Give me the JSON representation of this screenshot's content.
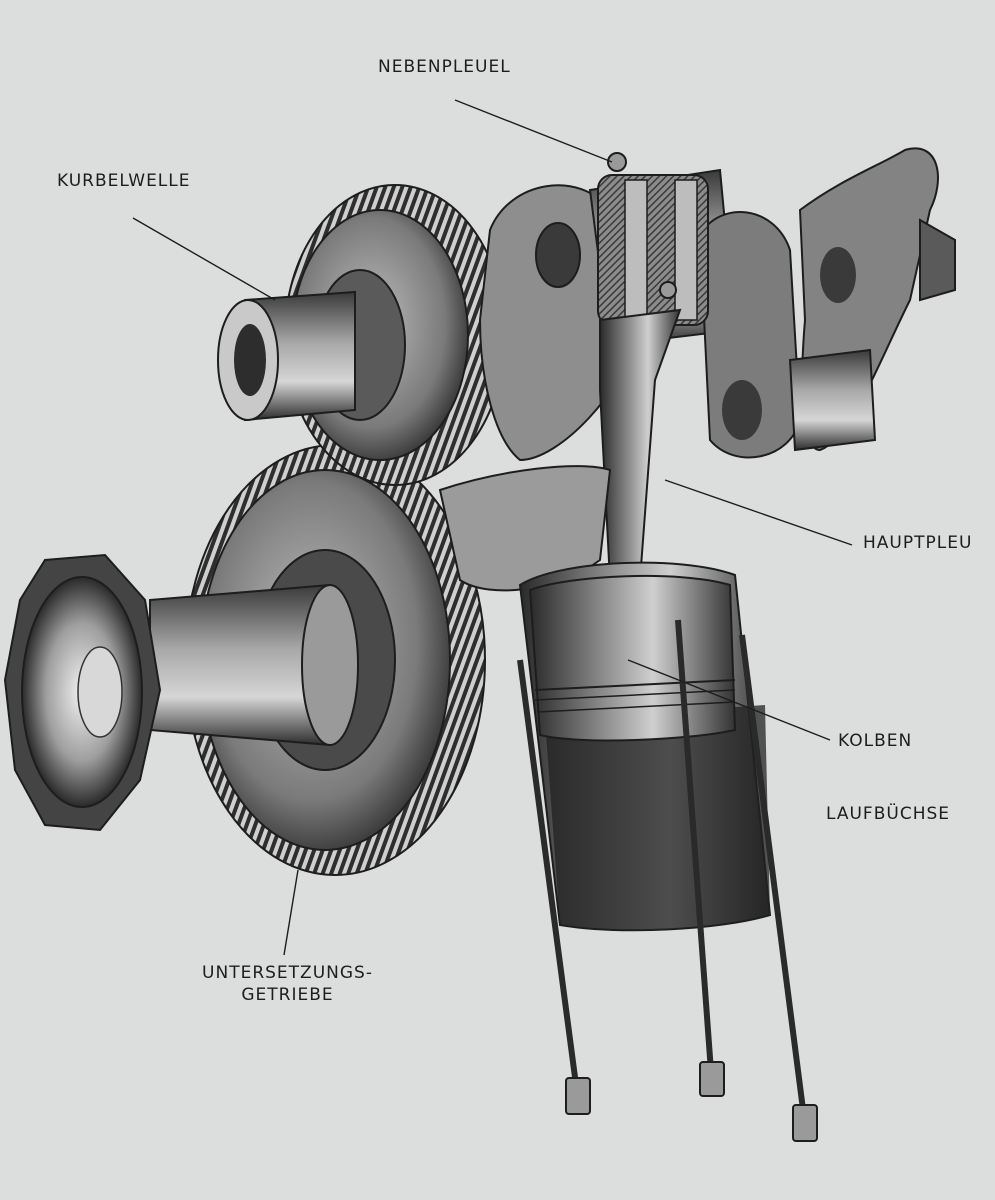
{
  "labels": {
    "nebenpleuel": "NEBENPLEUEL",
    "kurbelwelle": "KURBELWELLE",
    "hauptpleuel": "HAUPTPLEU",
    "kolben": "KOLBEN",
    "laufbuechse": "LAUFBÜCHSE",
    "untersetzungs_line1": "UNTERSETZUNGS-",
    "untersetzungs_line2": "GETRIEBE"
  },
  "colors": {
    "paper": "#dcdedd",
    "ink": "#1d1d1d",
    "metal_dark": "#2b2b2b",
    "metal_mid": "#6f6f6f",
    "metal_light": "#b9b9b9"
  }
}
